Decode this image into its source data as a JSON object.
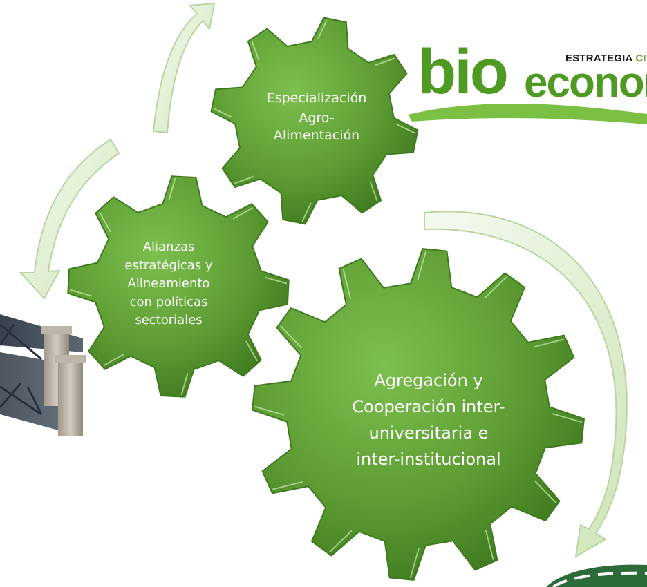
{
  "gears": {
    "top": {
      "lines": [
        "Especialización",
        "Agro-",
        "Alimentación"
      ]
    },
    "left": {
      "lines": [
        "Alianzas",
        "estratégicas y",
        "Alineamiento",
        "con políticas",
        "sectoriales"
      ]
    },
    "bottom": {
      "lines": [
        "Agregación y",
        "Cooperación inter-",
        "universitaria e",
        "inter-institucional"
      ]
    }
  },
  "logo": {
    "prefix": "bio",
    "word": "econor",
    "tagline_dark": "ESTRATEGIA ",
    "tagline_accent": "CI"
  },
  "colors": {
    "gear_fill": "#5fa034",
    "gear_stroke": "#3f7a1f",
    "arrow_fill": "#e9f3e0",
    "logo_green": "#4e9a22",
    "swoosh_green": "#7cc043"
  }
}
